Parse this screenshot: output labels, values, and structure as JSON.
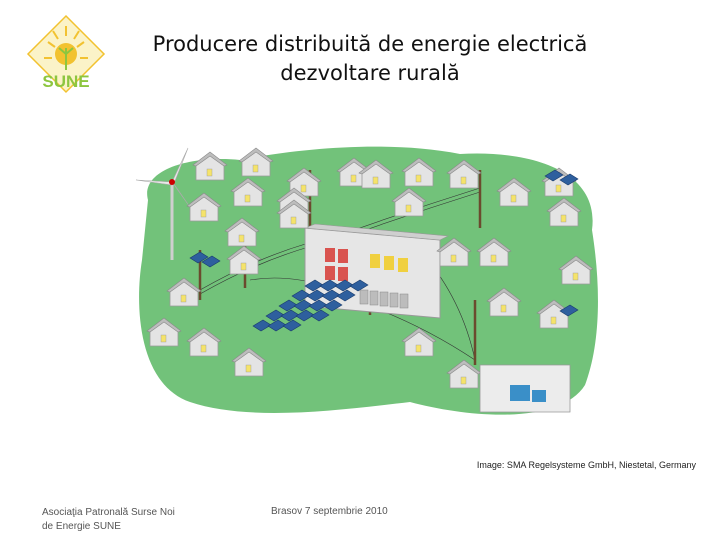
{
  "logo": {
    "text": "SUNE",
    "colors": {
      "sun": "#f2c230",
      "text": "#8dc63f"
    }
  },
  "title": {
    "line1": "Producere distribuită de energie electrică",
    "line2": "dezvoltare rurală"
  },
  "illustration": {
    "icons": [
      "wind-turbine-icon",
      "house-icon",
      "solar-panel-icon",
      "power-line-icon",
      "inverter-icon",
      "battery-icon"
    ],
    "colors": {
      "grass": "#72c27a",
      "house_wall": "#e4e4e4",
      "house_roof": "#bdbdbd",
      "panel": "#2e5f9e",
      "pole": "#6b4a2e"
    }
  },
  "credit": "Image: SMA Regelsysteme GmbH, Niestetal, Germany",
  "footer": {
    "org_line1": "Asociaţia Patronală Surse Noi",
    "org_line2": "de Energie SUNE",
    "event": "Brasov 7 septembrie 2010"
  }
}
